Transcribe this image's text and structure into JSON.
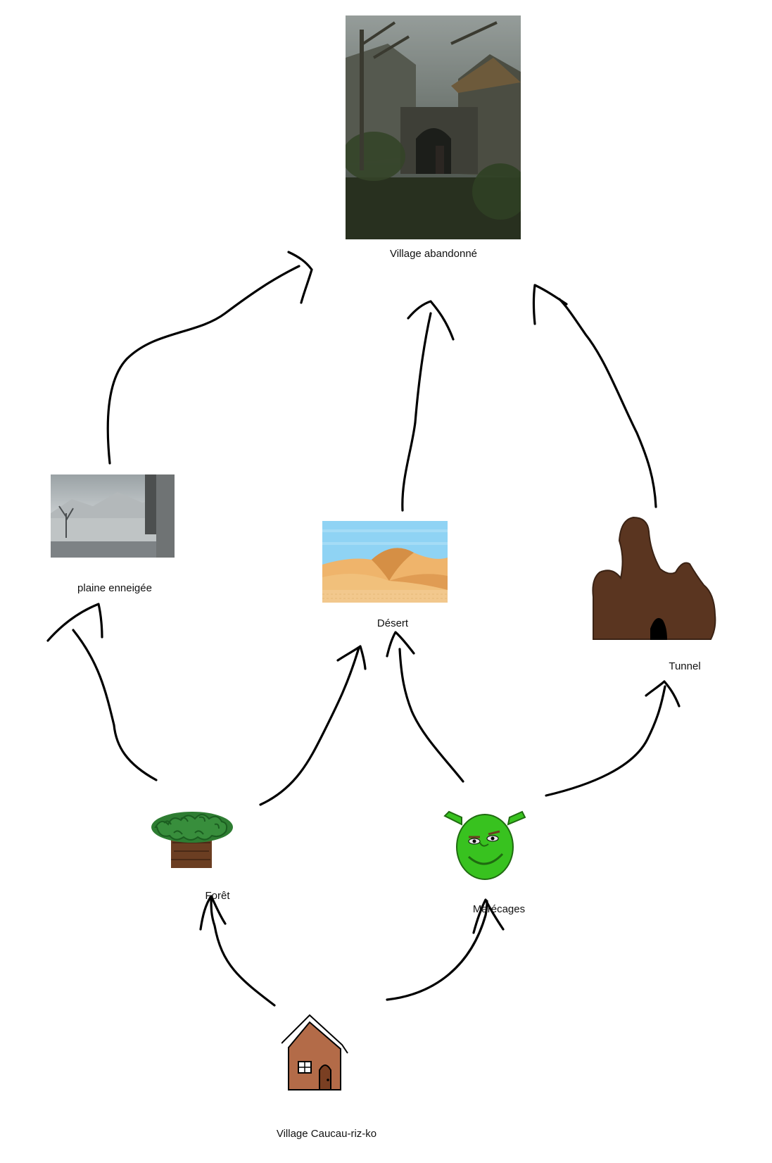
{
  "nodes": {
    "village_abandonne": {
      "label": "Village abandonné",
      "icon": "ruined-village-painting"
    },
    "plaine_enneigee": {
      "label": "plaine enneigée",
      "icon": "snowy-plain-painting"
    },
    "desert": {
      "label": "Désert",
      "icon": "sand-dunes-picture"
    },
    "tunnel": {
      "label": "Tunnel",
      "icon": "cave-tunnel-drawing"
    },
    "foret": {
      "label": "Forêt",
      "icon": "tree-drawing"
    },
    "marecages": {
      "label": "Marécages",
      "icon": "ogre-face-drawing"
    },
    "village_caucau": {
      "label": "Village Caucau-riz-ko",
      "icon": "house-drawing"
    }
  },
  "edges": [
    {
      "from": "village_caucau",
      "to": "foret"
    },
    {
      "from": "village_caucau",
      "to": "marecages"
    },
    {
      "from": "foret",
      "to": "plaine_enneigee"
    },
    {
      "from": "foret",
      "to": "desert"
    },
    {
      "from": "marecages",
      "to": "desert"
    },
    {
      "from": "marecages",
      "to": "tunnel"
    },
    {
      "from": "plaine_enneigee",
      "to": "village_abandonne"
    },
    {
      "from": "desert",
      "to": "village_abandonne"
    },
    {
      "from": "tunnel",
      "to": "village_abandonne"
    }
  ],
  "colors": {
    "ink": "#000000",
    "tree_foliage": "#2e7d32",
    "tree_trunk": "#6b3e22",
    "ogre_green": "#38c21f",
    "house_brown": "#b36b48",
    "cave_brown": "#5a3520",
    "sand": "#e6a85c",
    "sky": "#8fd3f4"
  }
}
